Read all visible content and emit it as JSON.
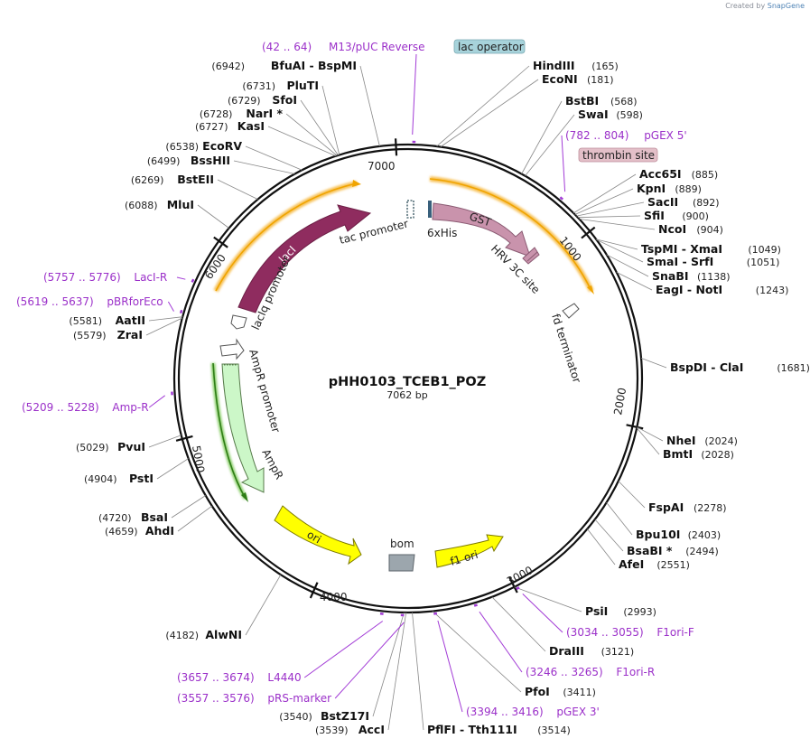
{
  "watermark": {
    "created_by": "Created by",
    "brand": "SnapGene"
  },
  "plasmid": {
    "name": "pHH0103_TCEB1_POZ",
    "size_label": "7062 bp"
  },
  "ticks": [
    "1000",
    "2000",
    "3000",
    "4000",
    "5000",
    "6000",
    "7000"
  ],
  "enzymes": [
    {
      "name": "HindIII",
      "pos": "(165)"
    },
    {
      "name": "EcoNI",
      "pos": "(181)"
    },
    {
      "name": "BstBI",
      "pos": "(568)"
    },
    {
      "name": "SwaI",
      "pos": "(598)"
    },
    {
      "name": "Acc65I",
      "pos": "(885)"
    },
    {
      "name": "KpnI",
      "pos": "(889)"
    },
    {
      "name": "SacII",
      "pos": "(892)"
    },
    {
      "name": "SfiI",
      "pos": "(900)"
    },
    {
      "name": "NcoI",
      "pos": "(904)"
    },
    {
      "name": "TspMI  -  XmaI",
      "pos": "(1049)"
    },
    {
      "name": "SmaI  -  SrfI",
      "pos": "(1051)"
    },
    {
      "name": "SnaBI",
      "pos": "(1138)"
    },
    {
      "name": "EagI  -  NotI",
      "pos": "(1243)"
    },
    {
      "name": "BspDI  -  ClaI",
      "pos": "(1681)"
    },
    {
      "name": "NheI",
      "pos": "(2024)"
    },
    {
      "name": "BmtI",
      "pos": "(2028)"
    },
    {
      "name": "FspAI",
      "pos": "(2278)"
    },
    {
      "name": "Bpu10I",
      "pos": "(2403)"
    },
    {
      "name": "BsaBI *",
      "pos": "(2494)"
    },
    {
      "name": "AfeI",
      "pos": "(2551)"
    },
    {
      "name": "PsiI",
      "pos": "(2993)"
    },
    {
      "name": "DraIII",
      "pos": "(3121)"
    },
    {
      "name": "PfoI",
      "pos": "(3411)"
    },
    {
      "name": "PflFI  -  Tth111I",
      "pos": "(3514)"
    },
    {
      "name": "AccI",
      "pos": "(3539)"
    },
    {
      "name": "BstZ17I",
      "pos": "(3540)"
    },
    {
      "name": "AlwNI",
      "pos": "(4182)"
    },
    {
      "name": "AhdI",
      "pos": "(4659)"
    },
    {
      "name": "BsaI",
      "pos": "(4720)"
    },
    {
      "name": "PstI",
      "pos": "(4904)"
    },
    {
      "name": "PvuI",
      "pos": "(5029)"
    },
    {
      "name": "ZraI",
      "pos": "(5579)"
    },
    {
      "name": "AatII",
      "pos": "(5581)"
    },
    {
      "name": "MluI",
      "pos": "(6088)"
    },
    {
      "name": "BstEII",
      "pos": "(6269)"
    },
    {
      "name": "BssHII",
      "pos": "(6499)"
    },
    {
      "name": "EcoRV",
      "pos": "(6538)"
    },
    {
      "name": "KasI",
      "pos": "(6727)"
    },
    {
      "name": "NarI *",
      "pos": "(6728)"
    },
    {
      "name": "SfoI",
      "pos": "(6729)"
    },
    {
      "name": "PluTI",
      "pos": "(6731)"
    },
    {
      "name": "BfuAI  -  BspMI",
      "pos": "(6942)"
    }
  ],
  "primers": [
    {
      "name": "M13/pUC Reverse",
      "range": "(42 .. 64)"
    },
    {
      "name": "pGEX 5'",
      "range": "(782 .. 804)"
    },
    {
      "name": "F1ori-F",
      "range": "(3034 .. 3055)"
    },
    {
      "name": "F1ori-R",
      "range": "(3246 .. 3265)"
    },
    {
      "name": "pGEX 3'",
      "range": "(3394 .. 3416)"
    },
    {
      "name": "pRS-marker",
      "range": "(3557 .. 3576)"
    },
    {
      "name": "L4440",
      "range": "(3657 .. 3674)"
    },
    {
      "name": "Amp-R",
      "range": "(5209 .. 5228)"
    },
    {
      "name": "pBRforEco",
      "range": "(5619 .. 5637)"
    },
    {
      "name": "LacI-R",
      "range": "(5757 .. 5776)"
    }
  ],
  "features": {
    "lac_operator": "lac operator",
    "thrombin_site": "thrombin site",
    "tac_promoter": "tac promoter",
    "his6": "6xHis",
    "gst": "GST",
    "hrv": "HRV 3C site",
    "fd_terminator": "fd terminator",
    "laci": "lacI",
    "laciq_promoter": "lacIq promoter",
    "ampr_promoter": "AmpR promoter",
    "ampr": "AmpR",
    "ori": "ori",
    "f1_ori": "f1 ori",
    "bom": "bom"
  },
  "colors": {
    "laci": "#8f2c5f",
    "gst": "#c993ac",
    "ampr": "#ccf7c8",
    "ori": "#ffff00",
    "bom": "#9ca6ad",
    "orf": "#f0a400",
    "primer": "#9b30c9",
    "lac_operator_bg": "#a7d3db",
    "thrombin_bg": "#e3bfc8"
  }
}
